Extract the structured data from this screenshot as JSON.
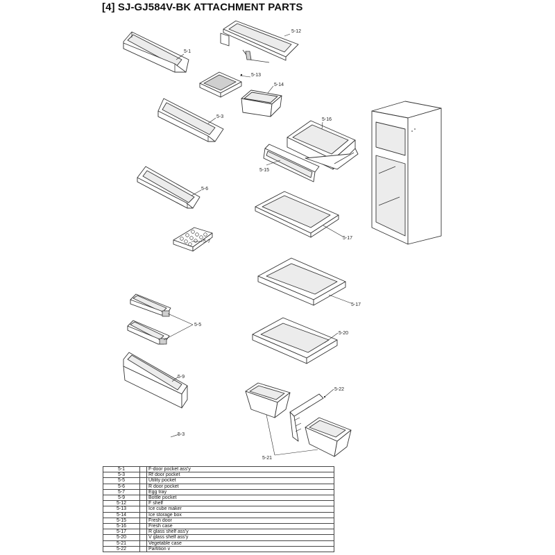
{
  "title": "[4] SJ-GJ584V-BK ATTACHMENT PARTS",
  "callouts": [
    {
      "id": "5-1",
      "label": "5-1"
    },
    {
      "id": "5-12",
      "label": "5-12"
    },
    {
      "id": "5-13",
      "label": "5-13"
    },
    {
      "id": "5-14",
      "label": "5-14"
    },
    {
      "id": "5-3a",
      "label": "5-3"
    },
    {
      "id": "5-16",
      "label": "5-16"
    },
    {
      "id": "5-15",
      "label": "5-15"
    },
    {
      "id": "5-6",
      "label": "5-6"
    },
    {
      "id": "5-7",
      "label": "5-7"
    },
    {
      "id": "5-17a",
      "label": "5-17"
    },
    {
      "id": "5-17b",
      "label": "5-17"
    },
    {
      "id": "5-5",
      "label": "5-5"
    },
    {
      "id": "5-20",
      "label": "5-20"
    },
    {
      "id": "5-9",
      "label": "5-9"
    },
    {
      "id": "5-22",
      "label": "5-22"
    },
    {
      "id": "5-3b",
      "label": "5-3"
    },
    {
      "id": "5-21",
      "label": "5-21"
    }
  ],
  "parts_list": [
    {
      "no": "5-1",
      "name": "F-door pocket ass'y"
    },
    {
      "no": "5-3",
      "name": "Rf door pocket"
    },
    {
      "no": "5-5",
      "name": "Utility pocket"
    },
    {
      "no": "5-6",
      "name": "R door pocket"
    },
    {
      "no": "5-7",
      "name": "Egg tray"
    },
    {
      "no": "5-9",
      "name": "Bottle pocket"
    },
    {
      "no": "5-12",
      "name": "F shelf"
    },
    {
      "no": "5-13",
      "name": "Ice cube maker"
    },
    {
      "no": "5-14",
      "name": "Ice storage box"
    },
    {
      "no": "5-15",
      "name": "Fresh door"
    },
    {
      "no": "5-16",
      "name": "Fresh case"
    },
    {
      "no": "5-17",
      "name": "R glass shelf ass'y"
    },
    {
      "no": "5-20",
      "name": "V glass shelf ass'y"
    },
    {
      "no": "5-21",
      "name": "Vegetable case"
    },
    {
      "no": "5-22",
      "name": "Partition v"
    }
  ]
}
